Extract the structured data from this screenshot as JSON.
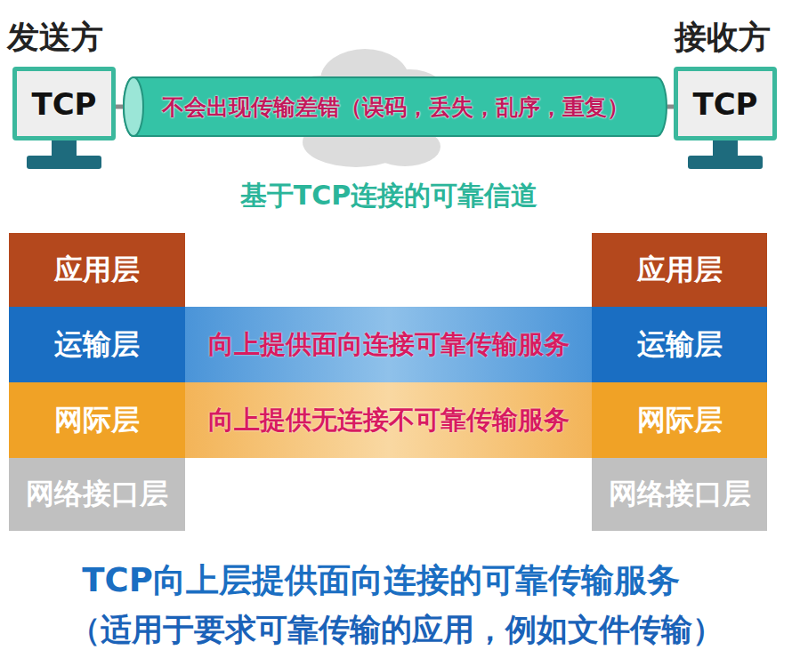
{
  "diagram": {
    "caption": "TCP向上层提供面向连接的可靠传输服务",
    "nodes": [
      {
        "text": [
          "TCP"
        ]
      },
      {
        "text": [
          "不会出现传输差错（误码，丢失，乱序，重复）"
        ]
      },
      {
        "text": [
          "TCP"
        ]
      },
      {
        "text": [
          "应用层"
        ]
      },
      {
        "text": [
          "应用层"
        ]
      },
      {
        "text": [
          "运输层"
        ]
      },
      {
        "text": [
          "向上提供面向连接可靠传输服务"
        ]
      },
      {
        "text": [
          "运输层"
        ]
      },
      {
        "text": [
          "网际层"
        ]
      },
      {
        "text": [
          "向上提供无连接不可靠传输服务"
        ]
      },
      {
        "text": [
          "网际层"
        ]
      },
      {
        "text": [
          "网络接口层"
        ]
      },
      {
        "text": [
          "网络接口层"
        ]
      }
    ],
    "edges": [
      {
        "from": 0,
        "to": 1,
        "arrow": "none"
      },
      {
        "from": 1,
        "to": 2,
        "arrow": "none"
      }
    ],
    "labels": [
      "发送方",
      "接收方",
      "基于TCP连接的可靠信道",
      "（适用于要求可靠传输的应用，例如文件传输）"
    ]
  }
}
